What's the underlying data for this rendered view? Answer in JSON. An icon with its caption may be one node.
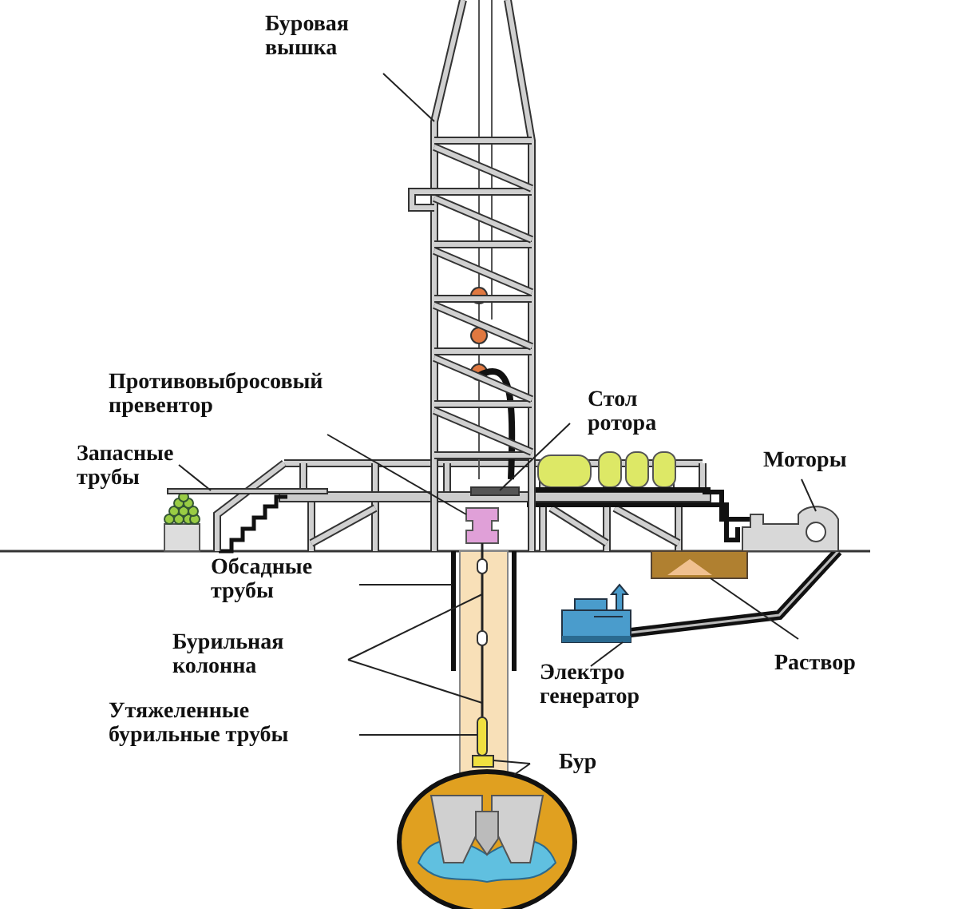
{
  "diagram": {
    "nodes": [
      {
        "text": [
          "Буровая вышка"
        ]
      },
      {
        "text": [
          "Противовыбросовый превентор"
        ]
      },
      {
        "text": [
          "Запасные трубы"
        ]
      },
      {
        "text": [
          "Стол ротора"
        ]
      },
      {
        "text": [
          "Моторы"
        ]
      },
      {
        "text": [
          "Обсадные трубы"
        ]
      },
      {
        "text": [
          "Бурильная колонна"
        ]
      },
      {
        "text": [
          "Утяжеленные бурильные трубы"
        ]
      },
      {
        "text": [
          "Бур"
        ]
      },
      {
        "text": [
          "Электро генератор"
        ]
      },
      {
        "text": [
          "Раствор"
        ]
      },
      {
        "text": [],
        "shape": "picture"
      },
      {
        "text": [],
        "shape": "picture",
        "in": 11
      },
      {
        "text": [],
        "shape": "picture"
      },
      {
        "text": [],
        "shape": "box",
        "in": 11
      },
      {
        "text": [],
        "shape": "picture"
      },
      {
        "text": [],
        "shape": "picture"
      },
      {
        "text": [],
        "shape": "picture"
      },
      {
        "text": [],
        "shape": "bar"
      },
      {
        "text": [],
        "shape": "box"
      },
      {
        "text": [],
        "shape": "picture"
      },
      {
        "text": [],
        "shape": "picture"
      },
      {
        "text": [],
        "shape": "picture"
      }
    ],
    "edges": [
      {
        "from": 0,
        "to": 11,
        "arrow": "none"
      },
      {
        "from": 1,
        "to": 12,
        "arrow": "none"
      },
      {
        "from": 2,
        "to": 13,
        "arrow": "none"
      },
      {
        "from": 3,
        "to": 14,
        "arrow": "none"
      },
      {
        "from": 4,
        "to": 15,
        "arrow": "none"
      },
      {
        "from": 5,
        "to": 16,
        "arrow": "none"
      },
      {
        "from": 6,
        "to": 17,
        "arrow": "none"
      },
      {
        "from": 6,
        "to": 17,
        "arrow": "none"
      },
      {
        "from": 7,
        "to": 18,
        "arrow": "none"
      },
      {
        "from": 8,
        "to": 19,
        "arrow": "none"
      },
      {
        "from": 8,
        "to": 20,
        "arrow": "none"
      },
      {
        "from": 9,
        "to": 21,
        "arrow": "none"
      },
      {
        "from": 10,
        "to": 22,
        "arrow": "none"
      }
    ]
  }
}
